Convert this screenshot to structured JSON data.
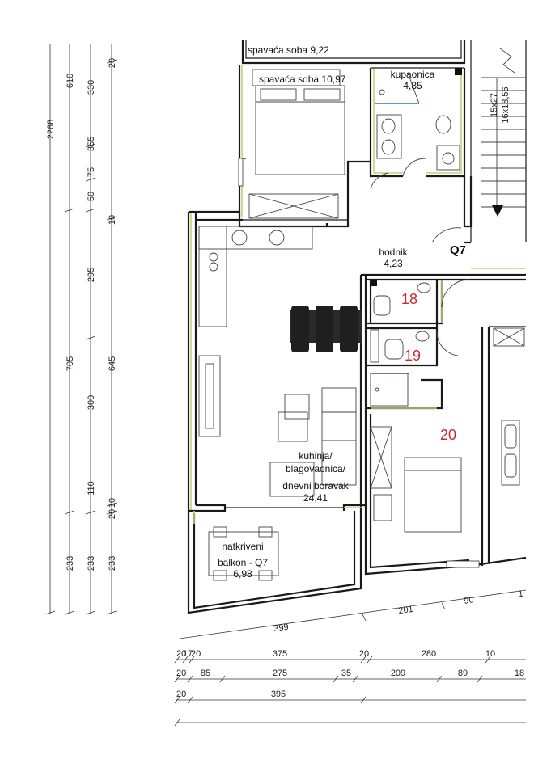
{
  "rooms": {
    "bedroom_top": {
      "name": "spavaća soba",
      "area": "9,22"
    },
    "bedroom_main": {
      "name": "spavaća soba",
      "area": "10,97"
    },
    "bathroom": {
      "name": "kupaonica",
      "area": "4,85"
    },
    "hallway": {
      "name": "hodnik",
      "area": "4,23"
    },
    "unit_label": "Q7",
    "living": {
      "line1": "kuhinja/",
      "line2": "blagovaonica/",
      "line3": "dnevni boravak",
      "area": "24,41"
    },
    "balcony": {
      "line1": "natkriveni",
      "line2": "balkon - Q7",
      "area": "6,98"
    }
  },
  "neighbor_units": [
    "18",
    "19",
    "20"
  ],
  "stairs": {
    "line1": "15x27",
    "line2": "16x18,56"
  },
  "left_dimensions": {
    "total": "2268",
    "col1": [
      "610",
      "705",
      "233"
    ],
    "col2": [
      "330",
      "355",
      "75",
      "50",
      "295",
      "300",
      "110",
      "233"
    ],
    "col3": [
      "20",
      "10",
      "645",
      "10",
      "20",
      "233"
    ]
  },
  "bottom_dimensions": {
    "angled": [
      "399",
      "201",
      "90",
      "1"
    ],
    "row1": [
      "20",
      "17",
      "20",
      "375",
      "20",
      "280",
      "10"
    ],
    "row2": [
      "20",
      "85",
      "275",
      "35",
      "209",
      "89",
      "18"
    ],
    "row3": [
      "20",
      "395"
    ]
  },
  "colors": {
    "walls": "#1a1a1a",
    "insulation": "#c9cf78",
    "unit_numbers": "#c8282d",
    "shower_glass": "#2b73b8"
  }
}
